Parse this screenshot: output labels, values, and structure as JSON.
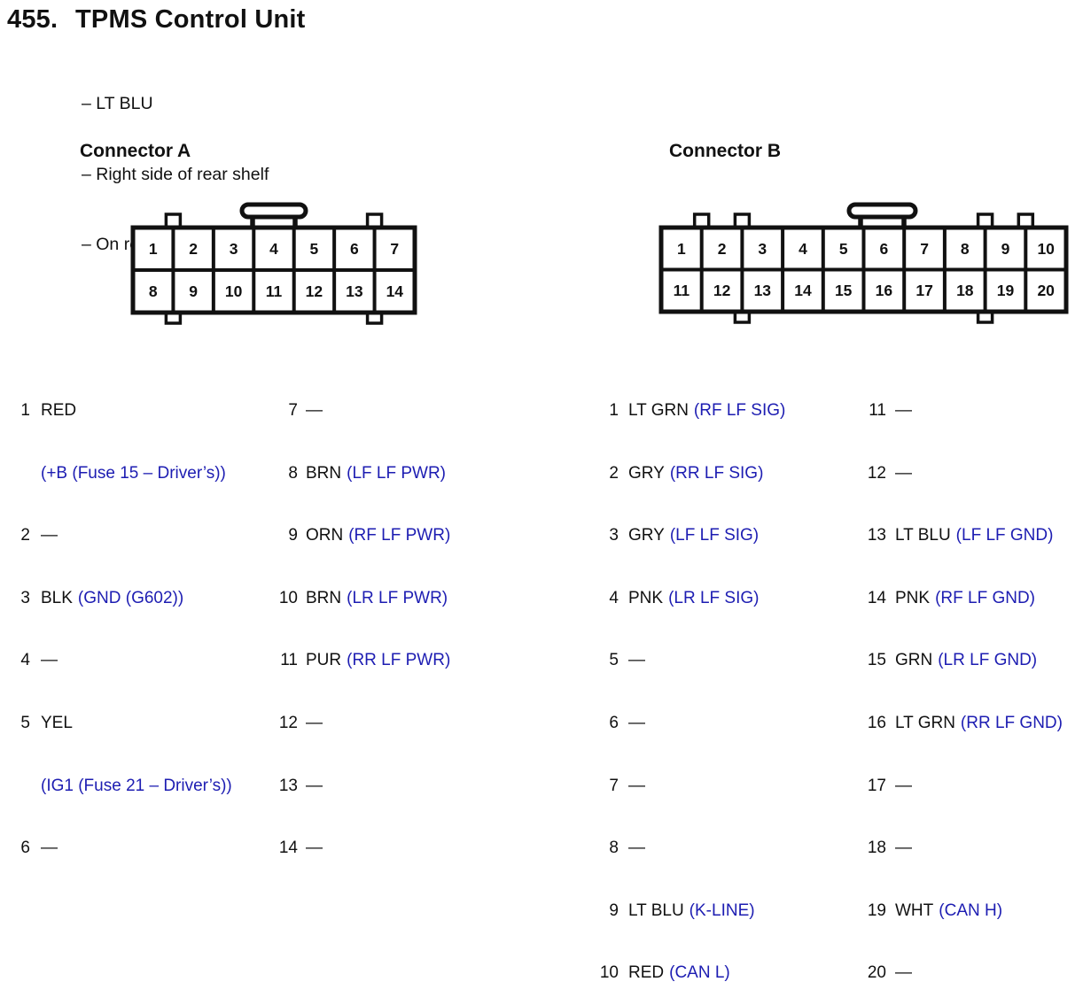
{
  "page": {
    "section_number": "455.",
    "title": "TPMS Control Unit",
    "notes": [
      "– LT BLU",
      "– Right side of rear shelf",
      "– On rear shelf wire harness"
    ]
  },
  "colors": {
    "signal_blue": "#1d1db2",
    "text_black": "#111111"
  },
  "connector_a": {
    "heading": "Connector A",
    "grid": [
      [
        "1",
        "2",
        "3",
        "4",
        "5",
        "6",
        "7"
      ],
      [
        "8",
        "9",
        "10",
        "11",
        "12",
        "13",
        "14"
      ]
    ],
    "pins": [
      {
        "num": "1",
        "wire": "RED",
        "signal": "(+B (Fuse 15 – Driver’s))"
      },
      {
        "num": "2",
        "wire": "—"
      },
      {
        "num": "3",
        "wire": "BLK",
        "signal": "(GND (G602))"
      },
      {
        "num": "4",
        "wire": "—"
      },
      {
        "num": "5",
        "wire": "YEL",
        "signal": "(IG1 (Fuse 21 – Driver’s))"
      },
      {
        "num": "6",
        "wire": "—"
      },
      {
        "num": "7",
        "wire": "—"
      },
      {
        "num": "8",
        "wire": "BRN",
        "signal": "(LF LF PWR)"
      },
      {
        "num": "9",
        "wire": "ORN",
        "signal": "(RF LF PWR)"
      },
      {
        "num": "10",
        "wire": "BRN",
        "signal": "(LR LF PWR)"
      },
      {
        "num": "11",
        "wire": "PUR",
        "signal": "(RR LF PWR)"
      },
      {
        "num": "12",
        "wire": "—"
      },
      {
        "num": "13",
        "wire": "—"
      },
      {
        "num": "14",
        "wire": "—"
      }
    ]
  },
  "connector_b": {
    "heading": "Connector B",
    "grid": [
      [
        "1",
        "2",
        "3",
        "4",
        "5",
        "6",
        "7",
        "8",
        "9",
        "10"
      ],
      [
        "11",
        "12",
        "13",
        "14",
        "15",
        "16",
        "17",
        "18",
        "19",
        "20"
      ]
    ],
    "pins": [
      {
        "num": "1",
        "wire": "LT GRN",
        "signal": "(RF LF SIG)"
      },
      {
        "num": "2",
        "wire": "GRY",
        "signal": "(RR LF SIG)"
      },
      {
        "num": "3",
        "wire": "GRY",
        "signal": "(LF LF SIG)"
      },
      {
        "num": "4",
        "wire": "PNK",
        "signal": "(LR LF SIG)"
      },
      {
        "num": "5",
        "wire": "—"
      },
      {
        "num": "6",
        "wire": "—"
      },
      {
        "num": "7",
        "wire": "—"
      },
      {
        "num": "8",
        "wire": "—"
      },
      {
        "num": "9",
        "wire": "LT BLU",
        "signal": "(K-LINE)"
      },
      {
        "num": "10",
        "wire": "RED",
        "signal": "(CAN L)"
      },
      {
        "num": "11",
        "wire": "—"
      },
      {
        "num": "12",
        "wire": "—"
      },
      {
        "num": "13",
        "wire": "LT BLU",
        "signal": "(LF LF GND)"
      },
      {
        "num": "14",
        "wire": "PNK",
        "signal": "(RF LF GND)"
      },
      {
        "num": "15",
        "wire": "GRN",
        "signal": "(LR LF GND)"
      },
      {
        "num": "16",
        "wire": "LT GRN",
        "signal": "(RR LF GND)"
      },
      {
        "num": "17",
        "wire": "—"
      },
      {
        "num": "18",
        "wire": "—"
      },
      {
        "num": "19",
        "wire": "WHT",
        "signal": "(CAN H)"
      },
      {
        "num": "20",
        "wire": "—"
      }
    ]
  }
}
